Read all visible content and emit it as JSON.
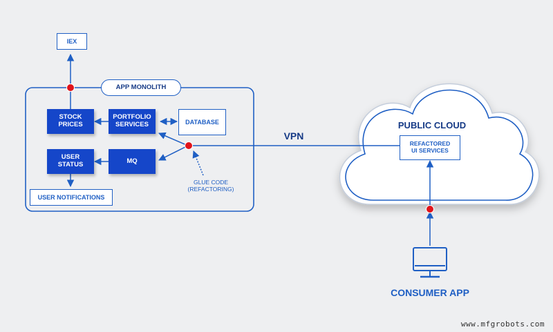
{
  "nodes": {
    "iex": "IEX",
    "app_monolith": "APP MONOLITH",
    "stock_prices": "STOCK\nPRICES",
    "portfolio_services": "PORTFOLIO\nSERVICES",
    "database": "DATABASE",
    "user_status": "USER\nSTATUS",
    "mq": "MQ",
    "user_notifications": "USER NOTIFICATIONS",
    "glue_code": "GLUE CODE\n(REFACTORING)",
    "vpn": "VPN",
    "public_cloud": "PUBLIC CLOUD",
    "refactored_ui_services": "REFACTORED\nUI SERVICES",
    "consumer_app": "CONSUMER APP"
  },
  "watermark": "www.mfgrobots.com",
  "icons": {
    "consumer_app": "monitor-icon"
  },
  "colors": {
    "primary": "#1f5fc4",
    "box_fill": "#1546c9",
    "junction": "#e0141b",
    "background": "#eeeff1"
  }
}
